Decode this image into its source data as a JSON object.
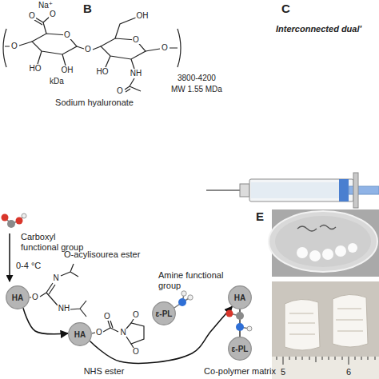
{
  "diagram": {
    "nodes": [
      {
        "text": [
          "HA"
        ]
      },
      {
        "text": [
          "HA"
        ]
      },
      {
        "text": [
          "ε-PL"
        ]
      },
      {
        "text": [
          "HA"
        ]
      },
      {
        "text": [
          "ε-PL"
        ]
      }
    ],
    "edges": [
      {
        "from": 0,
        "to": 1,
        "arrow": "to"
      },
      {
        "from": 1,
        "to": 3,
        "arrow": "to"
      },
      {
        "from": 3,
        "to": 4,
        "arrow": "none"
      }
    ],
    "labels": [
      "B",
      "Na⁺",
      "O",
      "O",
      "O",
      "O",
      "HO",
      "OH",
      "O",
      "O",
      "OH",
      "HO",
      "NH",
      "O",
      "O",
      "kDa",
      "3800-4200",
      "MW 1.55 MDa",
      "Sodium hyaluronate",
      "C",
      "Interconnected dual'",
      "Carboxyl functional group",
      "0-4 °C",
      "O-acylisourea ester",
      "O",
      "N",
      "NH",
      "O",
      "O",
      "N",
      "O",
      "O",
      "NHS ester",
      "Amine functional group",
      "Co-polymer matrix",
      "E",
      "5",
      "6"
    ]
  }
}
